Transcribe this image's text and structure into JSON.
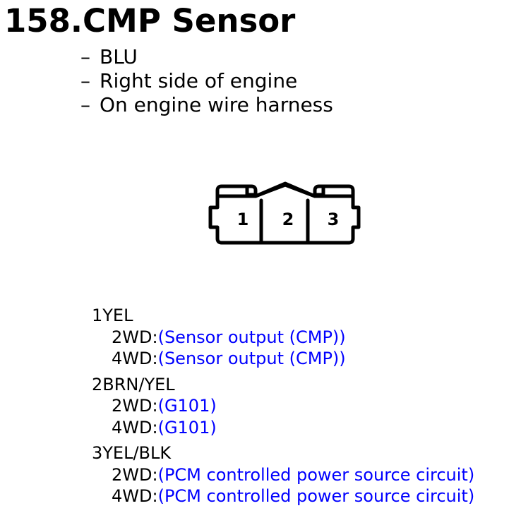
{
  "title": "158.CMP Sensor",
  "bullets": [
    "BLU",
    "Right side of engine",
    "On engine wire harness"
  ],
  "dash": "–",
  "connector": {
    "pins": [
      "1",
      "2",
      "3"
    ]
  },
  "pins": [
    {
      "header": "1YEL",
      "rows": [
        {
          "label": "2WD:",
          "desc": "(Sensor output (CMP))"
        },
        {
          "label": "4WD:",
          "desc": "(Sensor output (CMP))"
        }
      ]
    },
    {
      "header": "2BRN/YEL",
      "rows": [
        {
          "label": "2WD:",
          "desc": "(G101)"
        },
        {
          "label": "4WD:",
          "desc": "(G101)"
        }
      ]
    },
    {
      "header": "3YEL/BLK",
      "rows": [
        {
          "label": "2WD:",
          "desc": "(PCM controlled power source circuit)"
        },
        {
          "label": "4WD:",
          "desc": "(PCM controlled power source circuit)"
        }
      ]
    }
  ],
  "colors": {
    "text": "#000000",
    "description": "#0000ff",
    "background": "#ffffff"
  }
}
